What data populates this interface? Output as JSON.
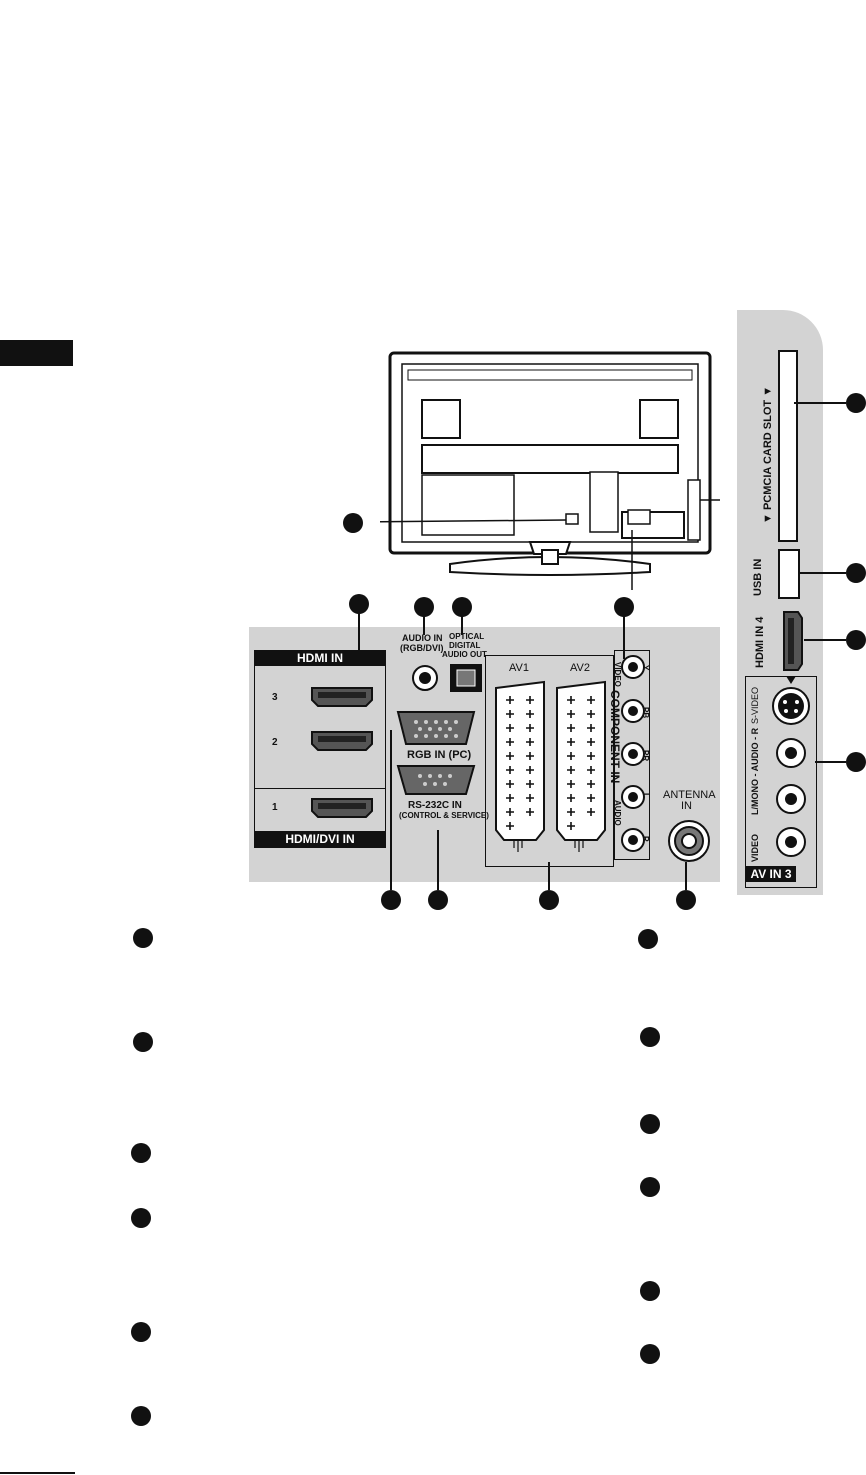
{
  "labels": {
    "hdmi_in": "HDMI IN",
    "hdmi_dvi_in": "HDMI/DVI IN",
    "hdmi_port_3": "3",
    "hdmi_port_2": "2",
    "hdmi_port_1": "1",
    "audio_in": "AUDIO IN",
    "audio_in_sub": "(RGB/DVI)",
    "optical_1": "OPTICAL",
    "optical_2": "DIGITAL",
    "optical_3": "AUDIO OUT",
    "rgb_in": "RGB IN (PC)",
    "rs232c": "RS-232C IN",
    "rs232c_sub": "(CONTROL & SERVICE)",
    "av1": "AV1",
    "av2": "AV2",
    "component_in": "COMPONENT IN",
    "video": "VIDEO",
    "audio": "AUDIO",
    "y": "Y",
    "pb": "PB",
    "pr": "PR",
    "l": "L",
    "r": "R",
    "antenna": "ANTENNA",
    "antenna_in": "IN",
    "pcmcia": "▼ PCMCIA CARD SLOT ▼",
    "usb_in": "USB IN",
    "hdmi_in_4": "HDMI IN 4",
    "s_video": "S-VIDEO",
    "audio_lmono": "L/MONO - AUDIO - R",
    "video_side": "VIDEO",
    "av_in_3": "AV IN 3"
  },
  "colors": {
    "panel_grey": "#d3d3d3",
    "dark": "#111111",
    "white": "#ffffff"
  }
}
